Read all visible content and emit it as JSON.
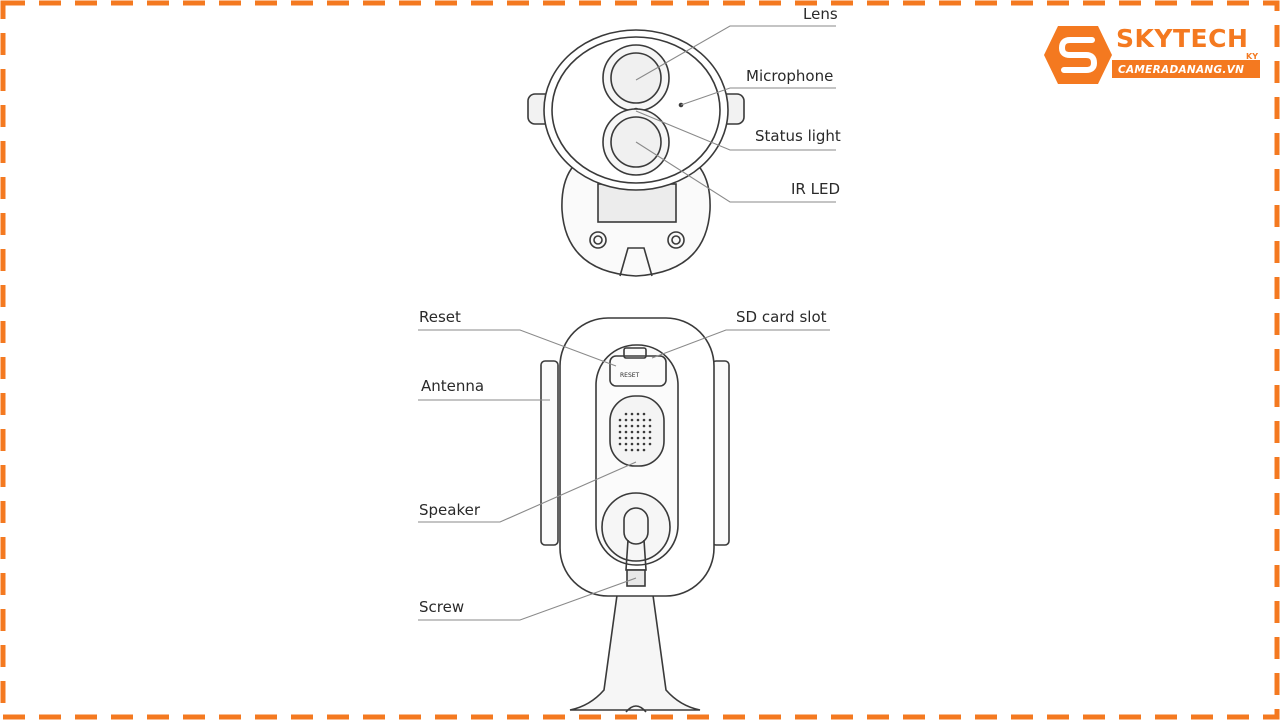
{
  "brand": {
    "name": "SKYTECH",
    "badge": "KY",
    "website": "CAMERADANANG.VN",
    "accent_color": "#f47920"
  },
  "top_view_labels": {
    "lens": "Lens",
    "microphone": "Microphone",
    "status_light": "Status light",
    "ir_led": "IR LED"
  },
  "back_view_labels": {
    "reset": "Reset",
    "sd_card_slot": "SD card slot",
    "antenna": "Antenna",
    "speaker": "Speaker",
    "screw": "Screw"
  },
  "panel_text": "RESET"
}
